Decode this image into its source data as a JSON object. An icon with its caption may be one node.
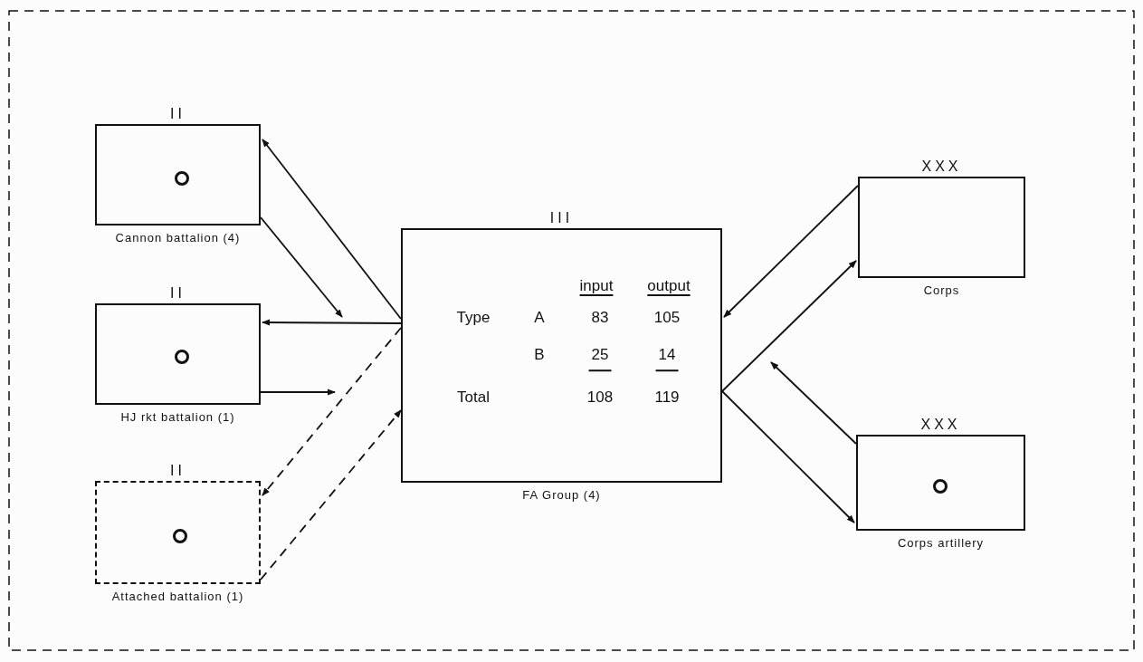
{
  "diagram": {
    "nodes": [
      {
        "text": [
          "II"
        ],
        "beside": [
          "Cannon battalion (4)"
        ]
      },
      {
        "text": [
          "II"
        ],
        "beside": [
          "HJ rkt battalion (1)"
        ]
      },
      {
        "text": [
          "II"
        ],
        "beside": [
          "Attached battalion (1)"
        ]
      },
      {
        "text": [
          "III",
          "input",
          "output",
          "Type",
          "A",
          "83",
          "105",
          "B",
          "25",
          "14",
          "Total",
          "108",
          "119"
        ],
        "beside": [
          "FA Group (4)"
        ]
      },
      {
        "text": [
          "XXX"
        ],
        "beside": [
          "Corps"
        ]
      },
      {
        "text": [
          "XXX"
        ],
        "beside": [
          "Corps artillery"
        ]
      }
    ],
    "edges": [
      {
        "from": 3,
        "to": 0,
        "arrow": "to"
      },
      {
        "from": 0,
        "to": null,
        "arrow": "to"
      },
      {
        "from": 3,
        "to": 1,
        "arrow": "to"
      },
      {
        "from": 1,
        "to": null,
        "arrow": "to"
      },
      {
        "from": 3,
        "to": 2,
        "arrow": "to",
        "style": "dashed"
      },
      {
        "from": 2,
        "to": 3,
        "arrow": "to",
        "style": "dashed"
      },
      {
        "from": 4,
        "to": 3,
        "arrow": "to"
      },
      {
        "from": 3,
        "to": 4,
        "arrow": "to"
      },
      {
        "from": 5,
        "to": null,
        "arrow": "to"
      },
      {
        "from": 3,
        "to": 5,
        "arrow": "to"
      }
    ]
  }
}
